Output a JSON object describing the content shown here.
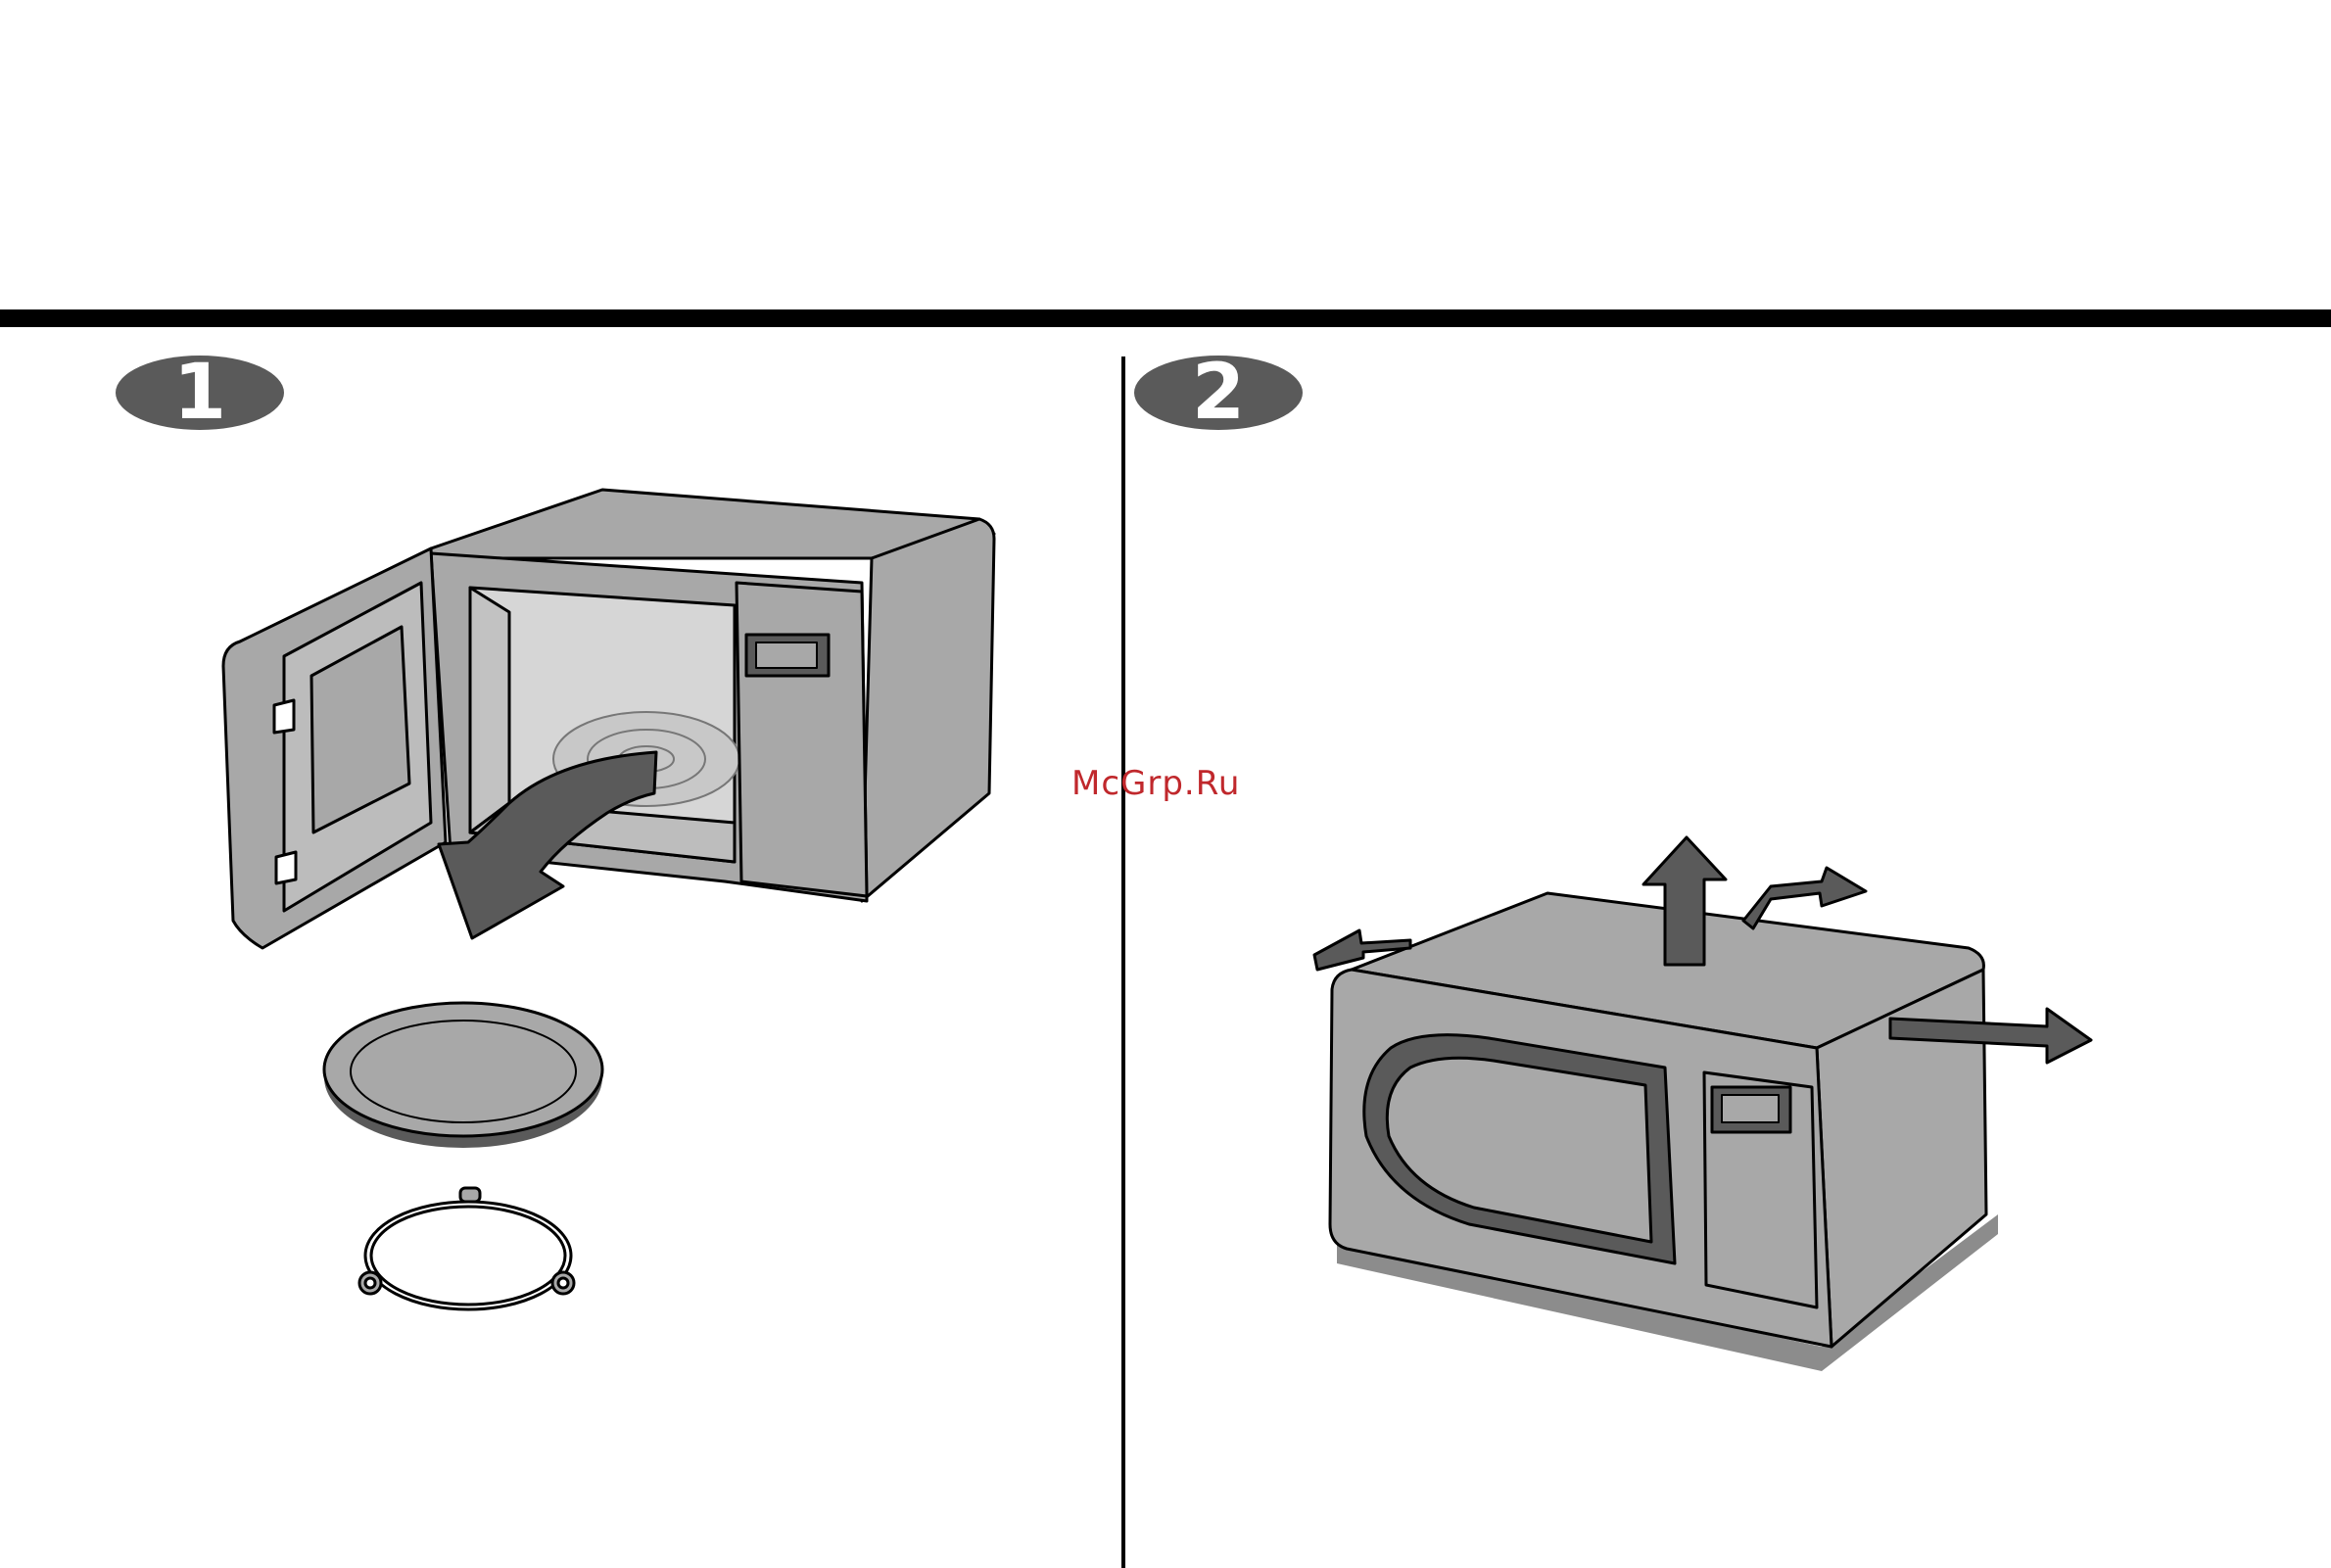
{
  "steps": [
    {
      "number": "1"
    },
    {
      "number": "2"
    }
  ],
  "watermark": {
    "text": "McGrp.Ru"
  },
  "colors": {
    "body_gray": "#a8a8a8",
    "dark_gray": "#5a5a5a",
    "shadow_gray": "#8c8c8c",
    "outline": "#000000",
    "watermark_red": "#c0282c"
  }
}
